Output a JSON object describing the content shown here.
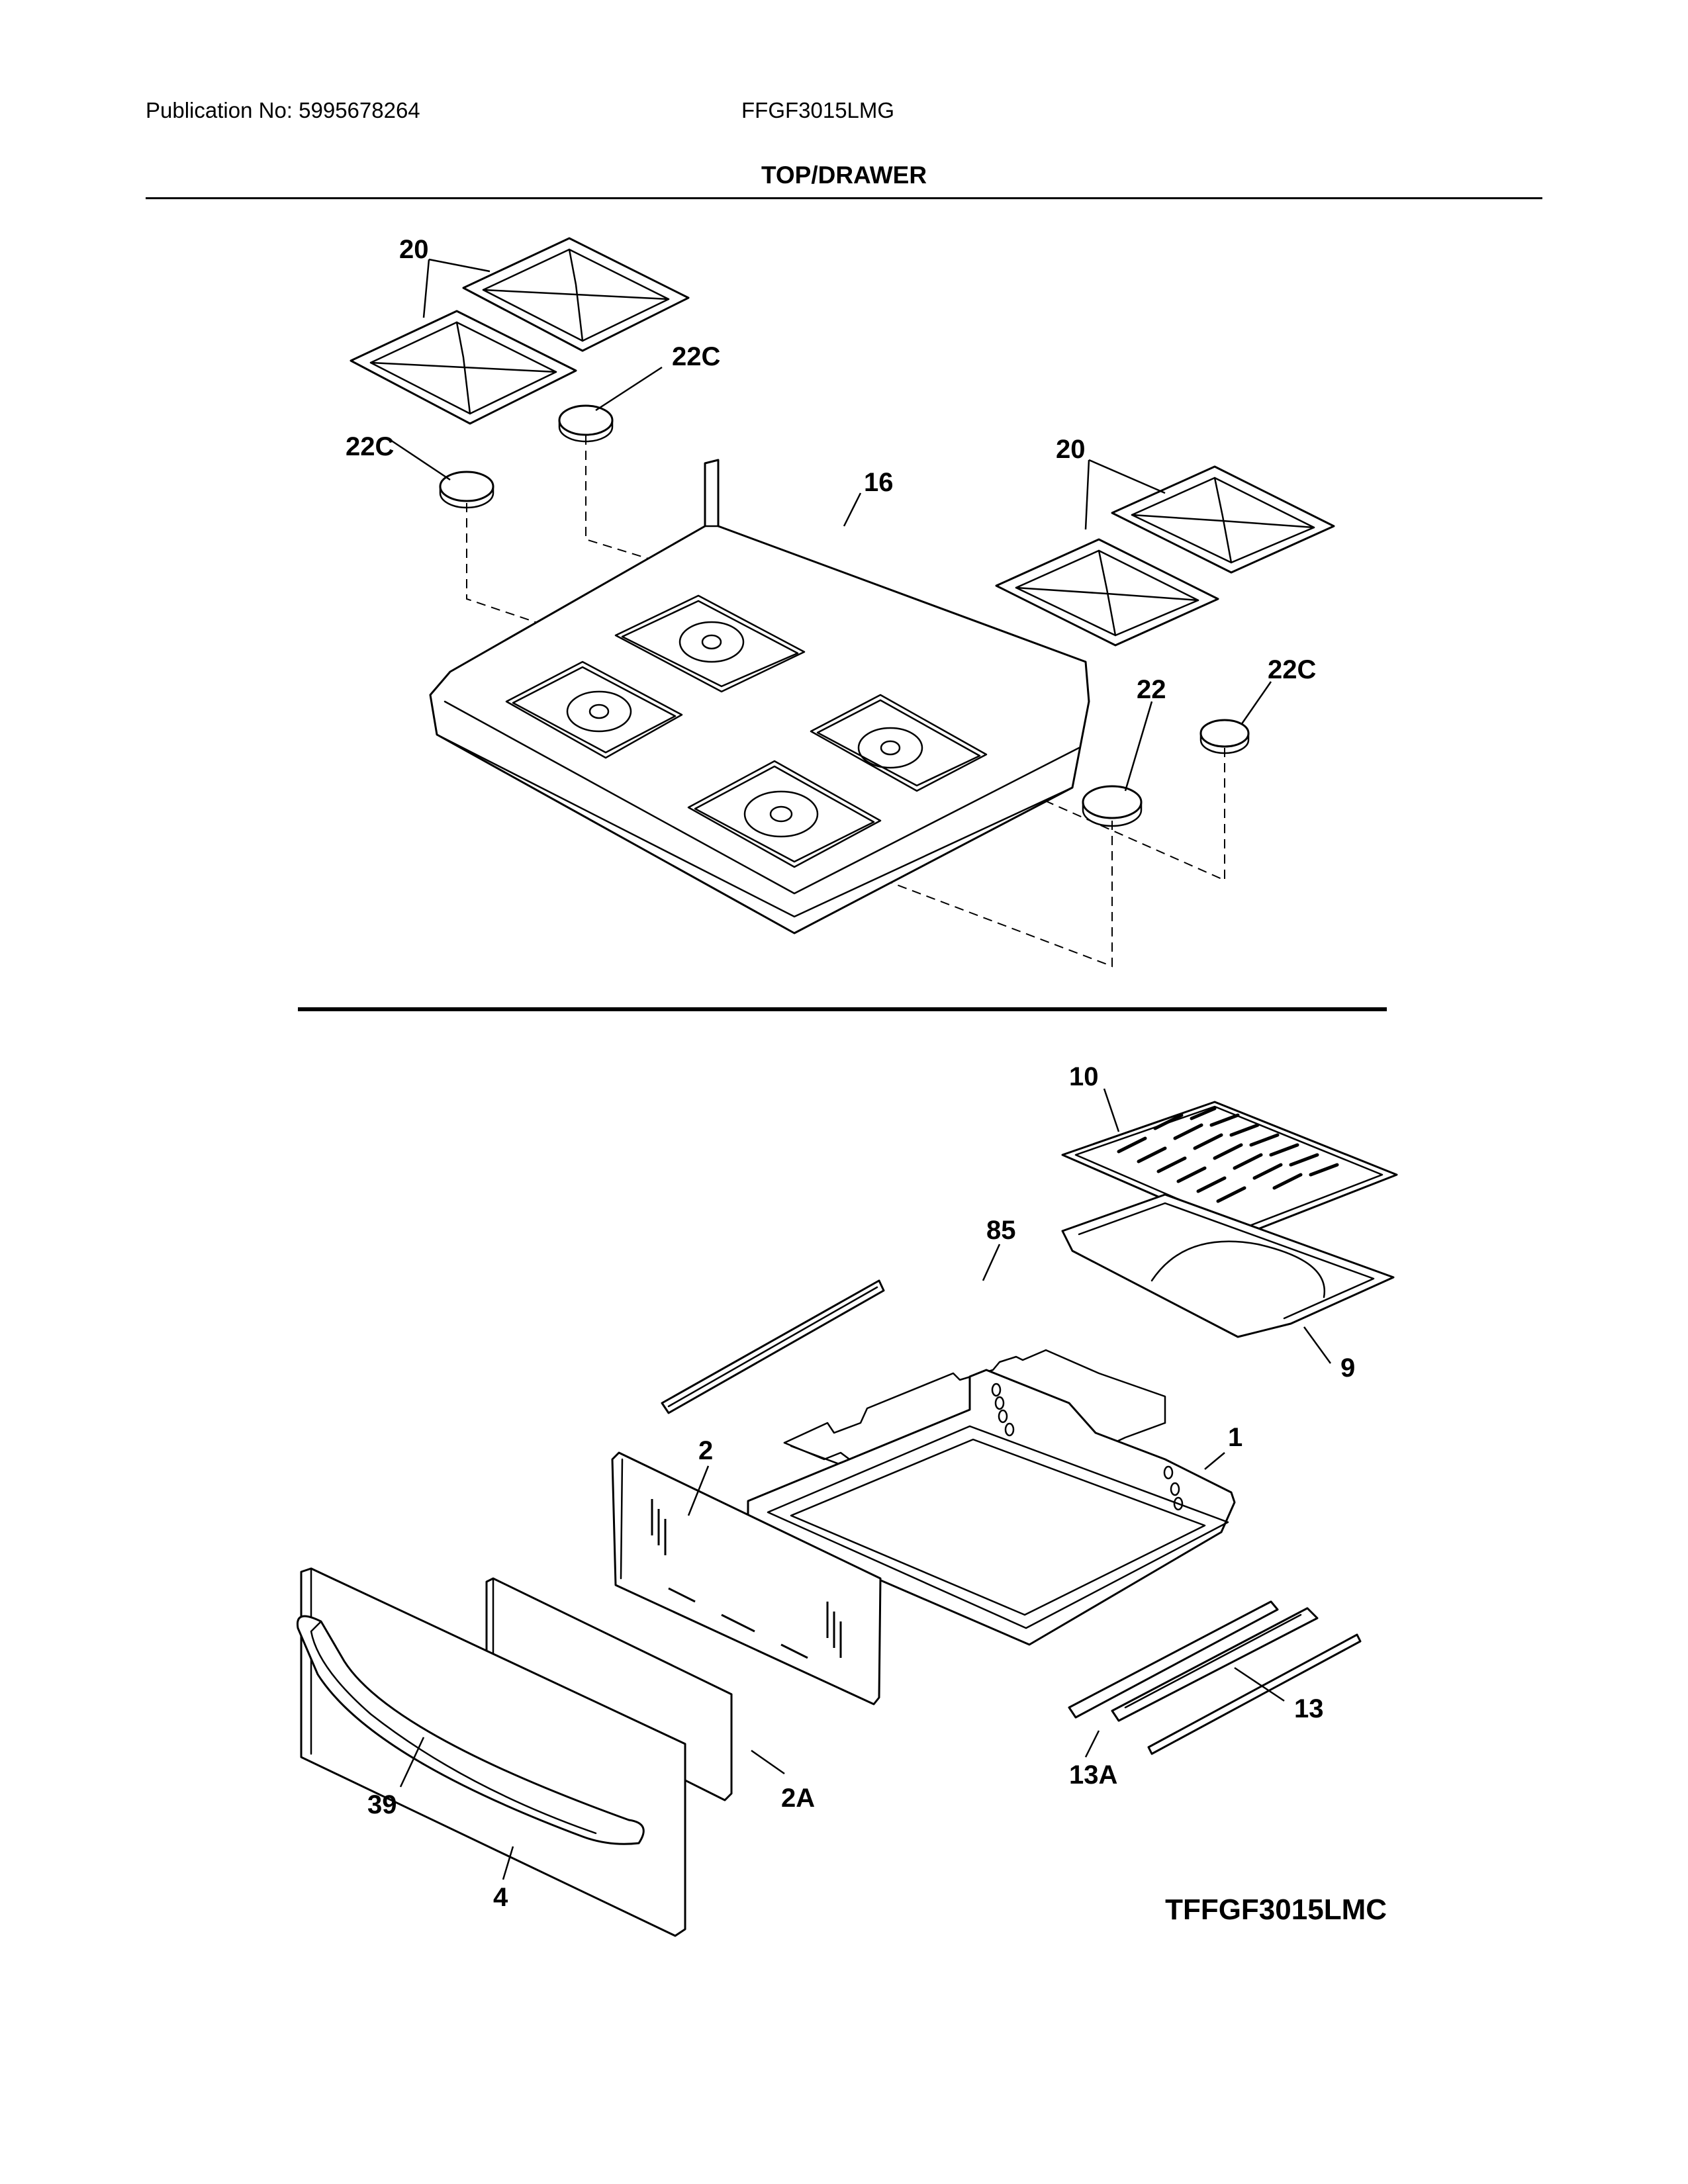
{
  "header": {
    "publication": "Publication No: 5995678264",
    "model": "FFGF3015LMG",
    "section_title": "TOP/DRAWER"
  },
  "diagram_code": "TFFGF3015LMC",
  "callouts": {
    "grates_left": "20",
    "cap_left_top": "22C",
    "cap_left_bottom": "22C",
    "cooktop": "16",
    "grates_right": "20",
    "cap_right_center": "22",
    "cap_right_far": "22C",
    "broiler_insert": "10",
    "drawer_rack": "85",
    "broiler_pan": "9",
    "drawer_body": "1",
    "drawer_front_panel": "2",
    "drawer_filler": "2A",
    "drawer_handle": "39",
    "drawer_front": "4",
    "slide_rail": "13",
    "slide_rail_alt": "13A"
  }
}
